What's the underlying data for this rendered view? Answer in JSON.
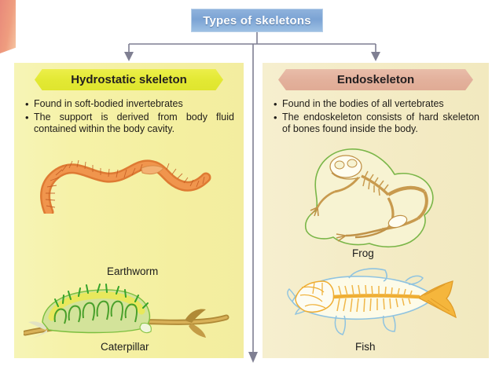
{
  "title": {
    "text": "Types of skeletons"
  },
  "colors": {
    "title_box": "#7ba3d4",
    "left_panel_bg": "#f4efa0",
    "right_panel_bg": "#f2e9bf",
    "left_banner": "#e3e934",
    "right_banner": "#e3b19c",
    "connector_line": "#7f7f92",
    "corner_strip": "#ef9d7f"
  },
  "branches": [
    {
      "id": "hydrostatic",
      "heading": "Hydrostatic skeleton",
      "bullets": [
        "Found in soft-bodied invertebrates",
        "The support is derived from body fluid contained within the body cavity."
      ],
      "figures": [
        {
          "name": "earthworm-illustration",
          "caption": "Earthworm"
        },
        {
          "name": "caterpillar-illustration",
          "caption": "Caterpillar"
        }
      ]
    },
    {
      "id": "endoskeleton",
      "heading": "Endoskeleton",
      "bullets": [
        "Found in the bodies of all vertebrates",
        "The endoskeleton consists of hard skeleton of bones found inside the body."
      ],
      "figures": [
        {
          "name": "frog-skeleton-illustration",
          "caption": "Frog"
        },
        {
          "name": "fish-skeleton-illustration",
          "caption": "Fish"
        }
      ]
    }
  ],
  "bullet_marker": "•"
}
